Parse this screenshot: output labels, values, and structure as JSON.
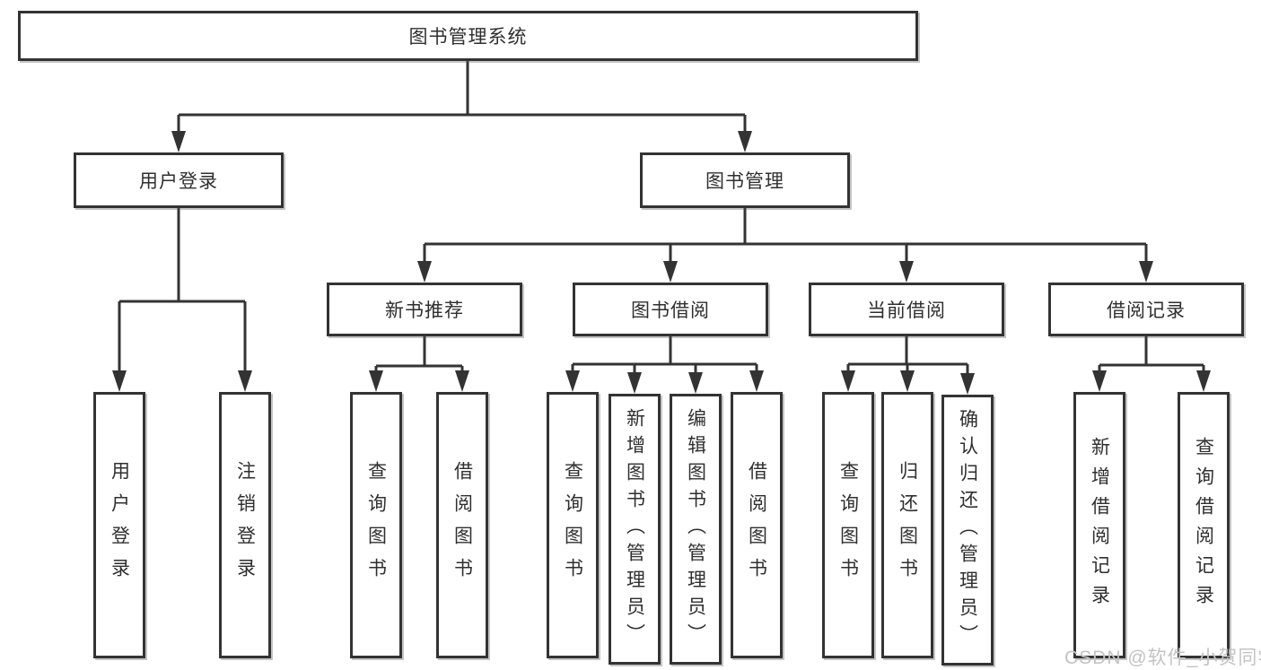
{
  "colors": {
    "line": "#333333",
    "box_border": "#333333",
    "text": "#2f2f2f",
    "watermark": "#c3c3c3",
    "background": "#ffffff"
  },
  "watermark": {
    "text": "CSDN @软件_小贺同学"
  },
  "tree": {
    "root": {
      "label": "图书管理系统",
      "children": [
        {
          "label": "用户登录",
          "children": [
            {
              "label": "用户登录"
            },
            {
              "label": "注销登录"
            }
          ]
        },
        {
          "label": "图书管理",
          "children": [
            {
              "label": "新书推荐",
              "children": [
                {
                  "label": "查询图书"
                },
                {
                  "label": "借阅图书"
                }
              ]
            },
            {
              "label": "图书借阅",
              "children": [
                {
                  "label": "查询图书"
                },
                {
                  "label": "新增图书（管理员）"
                },
                {
                  "label": "编辑图书（管理员）"
                },
                {
                  "label": "借阅图书"
                }
              ]
            },
            {
              "label": "当前借阅",
              "children": [
                {
                  "label": "查询图书"
                },
                {
                  "label": "归还图书"
                },
                {
                  "label": "确认归还（管理员）"
                }
              ]
            },
            {
              "label": "借阅记录",
              "children": [
                {
                  "label": "新增借阅记录"
                },
                {
                  "label": "查询借阅记录"
                }
              ]
            }
          ]
        }
      ]
    }
  }
}
